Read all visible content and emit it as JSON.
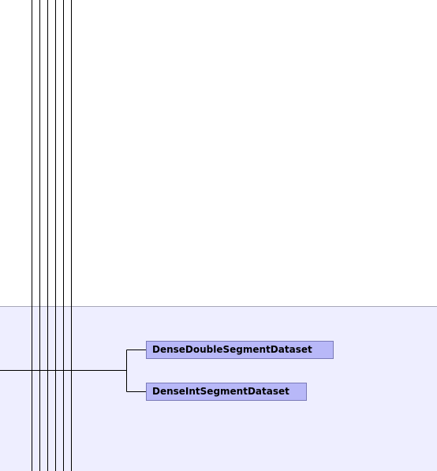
{
  "diagram": {
    "classes": [
      {
        "id": "dense-double",
        "label": "DenseDoubleSegmentDataset"
      },
      {
        "id": "dense-int",
        "label": "DenseIntSegmentDataset"
      }
    ],
    "colors": {
      "package_band": "#eeeeff",
      "class_fill": "#b8b8f8",
      "class_border": "#7a7ab8",
      "line": "#000000"
    }
  }
}
